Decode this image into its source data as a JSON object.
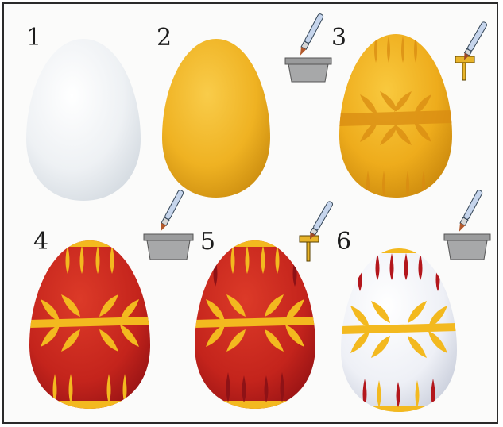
{
  "steps": [
    {
      "number": "1",
      "egg": "plain-white-egg",
      "tool": "none"
    },
    {
      "number": "2",
      "egg": "yellow-dyed-egg",
      "tool": "brush-and-dye-bowl-icon"
    },
    {
      "number": "3",
      "egg": "yellow-egg-with-pattern",
      "tool": "brush-and-wax-stylus-icon"
    },
    {
      "number": "4",
      "egg": "red-dyed-egg-yellow-pattern",
      "tool": "brush-and-dye-bowl-icon"
    },
    {
      "number": "5",
      "egg": "red-egg-dark-red-pattern",
      "tool": "brush-and-wax-stylus-icon"
    },
    {
      "number": "6",
      "egg": "white-egg-finished-pattern",
      "tool": "brush-and-dye-bowl-icon"
    }
  ],
  "colors": {
    "white_egg": "#e9edf1",
    "yellow": "#f2b41f",
    "red": "#c8281f",
    "dark_red": "#8e1216",
    "bowl": "#9a9b9c",
    "stylus": "#e8b42a"
  }
}
